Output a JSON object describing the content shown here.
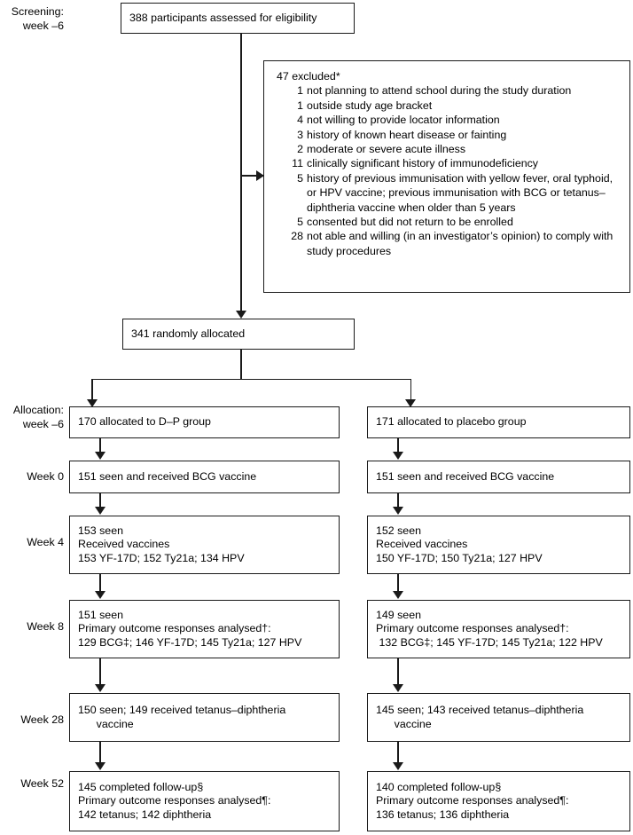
{
  "diagram": {
    "type": "consort-flow-diagram",
    "line_color": "#1a1a1a",
    "background": "#ffffff"
  },
  "stage_labels": {
    "screening": "Screening:\nweek –6",
    "allocation": "Allocation:\nweek –6",
    "week0": "Week 0",
    "week4": "Week 4",
    "week8": "Week 8",
    "week28": "Week 28",
    "week52": "Week 52"
  },
  "nodes": {
    "assessed": {
      "text": "388 participants assessed for eligibility"
    },
    "randomised": {
      "text": "341 randomly allocated"
    },
    "excluded": {
      "heading": "47 excluded*",
      "items": [
        {
          "n": "1",
          "text": "not planning to attend school during the study duration"
        },
        {
          "n": "1",
          "text": "outside study age bracket"
        },
        {
          "n": "4",
          "text": "not willing to provide locator information"
        },
        {
          "n": "3",
          "text": "history of known heart disease or fainting"
        },
        {
          "n": "2",
          "text": "moderate or severe acute illness"
        },
        {
          "n": "11",
          "text": "clinically significant history of immunodeficiency"
        },
        {
          "n": "5",
          "text": "history of previous immunisation with yellow fever, oral typhoid, or HPV vaccine; previous immunisation with BCG or tetanus–diphtheria vaccine when older than 5 years"
        },
        {
          "n": "5",
          "text": "consented but did not return to be enrolled"
        },
        {
          "n": "28",
          "text": "not able and willing (in an investigator’s opinion) to comply with study procedures"
        }
      ]
    },
    "left": {
      "allocation": {
        "lines": [
          "170 allocated to D–P group"
        ]
      },
      "week0": {
        "lines": [
          "151 seen and received BCG vaccine"
        ]
      },
      "week4": {
        "lines": [
          "153 seen",
          "Received vaccines",
          "153 YF-17D; 152 Ty21a; 134 HPV"
        ]
      },
      "week8": {
        "lines": [
          "151 seen",
          "Primary outcome responses analysed†:",
          "129 BCG‡; 146 YF-17D; 145 Ty21a; 127 HPV"
        ]
      },
      "week28": {
        "lines": [
          "150 seen; 149 received tetanus–diphtheria",
          "      vaccine"
        ]
      },
      "week52": {
        "lines": [
          "145 completed follow-up§",
          "Primary outcome responses analysed¶:",
          "142 tetanus; 142 diphtheria"
        ]
      }
    },
    "right": {
      "allocation": {
        "lines": [
          "171 allocated to placebo group"
        ]
      },
      "week0": {
        "lines": [
          "151 seen and received BCG vaccine"
        ]
      },
      "week4": {
        "lines": [
          "152 seen",
          "Received vaccines",
          "150 YF-17D; 150 Ty21a; 127 HPV"
        ]
      },
      "week8": {
        "lines": [
          "149 seen",
          "Primary outcome responses analysed†:",
          " 132 BCG‡; 145 YF-17D; 145 Ty21a; 122 HPV"
        ]
      },
      "week28": {
        "lines": [
          "145 seen; 143 received tetanus–diphtheria",
          "      vaccine"
        ]
      },
      "week52": {
        "lines": [
          "140 completed follow-up§",
          "Primary outcome responses analysed¶:",
          "136 tetanus; 136 diphtheria"
        ]
      }
    }
  }
}
